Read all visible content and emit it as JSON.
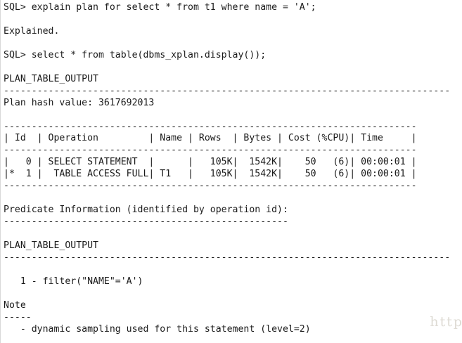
{
  "terminal": {
    "app": "sqlplus-console",
    "background_color": "#ffffff",
    "text_color": "#1a1a1a",
    "border_color": "#d8d8d8",
    "prompt": "SQL>",
    "lines": [
      "SQL> explain plan for select * from t1 where name = 'A';",
      "",
      "Explained.",
      "",
      "SQL> select * from table(dbms_xplan.display());",
      "",
      "PLAN_TABLE_OUTPUT",
      "--------------------------------------------------------------------------------",
      "Plan hash value: 3617692013",
      "",
      "--------------------------------------------------------------------------",
      "| Id  | Operation         | Name | Rows  | Bytes | Cost (%CPU)| Time     |",
      "--------------------------------------------------------------------------",
      "|   0 | SELECT STATEMENT  |      |   105K|  1542K|    50   (6)| 00:00:01 |",
      "|*  1 |  TABLE ACCESS FULL| T1   |   105K|  1542K|    50   (6)| 00:00:01 |",
      "--------------------------------------------------------------------------",
      "",
      "Predicate Information (identified by operation id):",
      "---------------------------------------------------",
      "",
      "PLAN_TABLE_OUTPUT",
      "--------------------------------------------------------------------------------",
      "",
      "   1 - filter(\"NAME\"='A')",
      "",
      "Note",
      "-----",
      "   - dynamic sampling used for this statement (level=2)"
    ],
    "statements": [
      {
        "prompt": "SQL>",
        "command": "explain plan for select * from t1 where name = 'A';",
        "result": "Explained."
      },
      {
        "prompt": "SQL>",
        "command": "select * from table(dbms_xplan.display());",
        "result": "PLAN_TABLE_OUTPUT"
      }
    ],
    "plan": {
      "column_header": "PLAN_TABLE_OUTPUT",
      "hash_label": "Plan hash value:",
      "hash_value": "3617692013",
      "table_headers": [
        "Id",
        "Operation",
        "Name",
        "Rows",
        "Bytes",
        "Cost (%CPU)",
        "Time"
      ],
      "table_rows": [
        {
          "mark": "",
          "id": "0",
          "operation": "SELECT STATEMENT",
          "name": "",
          "rows": "105K",
          "bytes": "1542K",
          "cost": "50",
          "cpu": "(6)",
          "time": "00:00:01"
        },
        {
          "mark": "*",
          "id": "1",
          "operation": "TABLE ACCESS FULL",
          "name": "T1",
          "rows": "105K",
          "bytes": "1542K",
          "cost": "50",
          "cpu": "(6)",
          "time": "00:00:01"
        }
      ],
      "predicate_heading": "Predicate Information (identified by operation id):",
      "predicates": [
        "1 - filter(\"NAME\"='A')"
      ],
      "note_heading": "Note",
      "note_underline": "-----",
      "notes": [
        "- dynamic sampling used for this statement (level=2)"
      ]
    }
  },
  "watermark": {
    "text": "http",
    "color": "#dedbd4"
  }
}
